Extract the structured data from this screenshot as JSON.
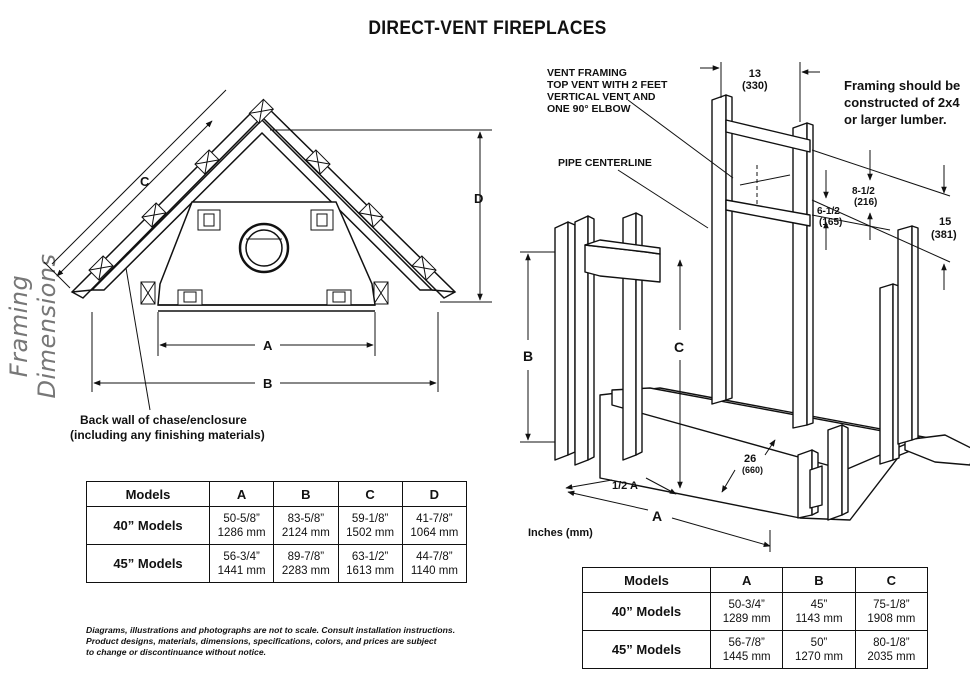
{
  "title": "DIRECT-VENT FIREPLACES",
  "side_label": "Framing Dimensions",
  "left_diagram": {
    "label_a": "A",
    "label_b": "B",
    "label_c": "C",
    "label_d": "D",
    "back_wall_note_line1": "Back wall of chase/enclosure",
    "back_wall_note_line2": "(including any finishing materials)"
  },
  "right_diagram": {
    "vent_note": [
      "VENT FRAMING",
      "TOP VENT WITH 2 FEET",
      "VERTICAL VENT AND",
      "ONE 90° ELBOW"
    ],
    "pipe_centerline": "PIPE CENTERLINE",
    "dim_13": "13",
    "dim_13_mm": "(330)",
    "framing_note": [
      "Framing should be",
      "constructed of  2x4",
      "or larger lumber."
    ],
    "dim_8_5": "8-1/2",
    "dim_8_5_mm": "(216)",
    "dim_6_5": "6-1/2",
    "dim_6_5_mm": "(165)",
    "dim_15": "15",
    "dim_15_mm": "(381)",
    "label_b": "B",
    "label_c": "C",
    "label_a": "A",
    "label_half_a": "1/2 A",
    "dim_26": "26",
    "dim_26_mm": "(660)",
    "units": "Inches (mm)"
  },
  "table_left": {
    "headers": [
      "Models",
      "A",
      "B",
      "C",
      "D"
    ],
    "rows": [
      {
        "model": "40” Models",
        "cells": [
          [
            "50-5/8”",
            "1286 mm"
          ],
          [
            "83-5/8”",
            "2124 mm"
          ],
          [
            "59-1/8”",
            "1502 mm"
          ],
          [
            "41-7/8”",
            "1064 mm"
          ]
        ]
      },
      {
        "model": "45” Models",
        "cells": [
          [
            "56-3/4”",
            "1441 mm"
          ],
          [
            "89-7/8”",
            "2283 mm"
          ],
          [
            "63-1/2”",
            "1613 mm"
          ],
          [
            "44-7/8”",
            "1140 mm"
          ]
        ]
      }
    ]
  },
  "table_right": {
    "headers": [
      "Models",
      "A",
      "B",
      "C"
    ],
    "rows": [
      {
        "model": "40” Models",
        "cells": [
          [
            "50-3/4”",
            "1289 mm"
          ],
          [
            "45”",
            "1143 mm"
          ],
          [
            "75-1/8”",
            "1908 mm"
          ]
        ]
      },
      {
        "model": "45” Models",
        "cells": [
          [
            "56-7/8”",
            "1445 mm"
          ],
          [
            "50”",
            "1270 mm"
          ],
          [
            "80-1/8”",
            "2035 mm"
          ]
        ]
      }
    ]
  },
  "disclaimer": [
    "Diagrams, illustrations and photographs are not to scale. Consult installation instructions.",
    "Product designs, materials, dimensions, specifications, colors, and prices are subject",
    "to change or discontinuance without notice."
  ]
}
